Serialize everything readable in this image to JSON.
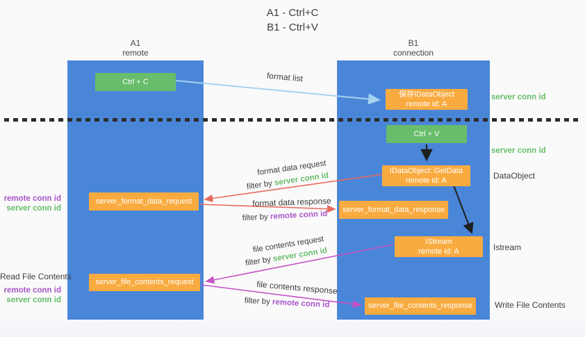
{
  "title": {
    "line1": "A1 - Ctrl+C",
    "line2": "B1 - Ctrl+V"
  },
  "columns": {
    "left": {
      "id": "A1",
      "role": "remote"
    },
    "right": {
      "id": "B1",
      "role": "connection"
    }
  },
  "nodes": {
    "ctrl_c": "Ctrl + C",
    "ctrl_v": "Ctrl + V",
    "save_dataobject": {
      "line1": "保存IDataObject",
      "line2": "remote id: A"
    },
    "getdata": {
      "line1": "IDataObject::GetData",
      "line2": "remote id: A"
    },
    "istream": {
      "line1": "IStream",
      "line2": "remote id: A"
    },
    "server_format_data_request": "server_format_data_request",
    "server_format_data_response": "server_format_data_response",
    "server_file_contents_request": "server_file_contents_request",
    "server_file_contents_response": "server_file_contents_response"
  },
  "labels": {
    "format_list": "format list",
    "server_conn_id": "server conn id",
    "remote_conn_id": "remote conn id",
    "filter_by": "filter by",
    "dataobject": "DataObject",
    "istream_side": "Istream",
    "read_file_contents": "Read File Contents",
    "write_file_contents": "Write File Contents",
    "format_data_request": "format data request",
    "format_data_response": "format data response",
    "file_contents_request": "file contents request",
    "file_contents_response": "file contents response"
  },
  "colors": {
    "column_blue": "#4a86d8",
    "box_green": "#68bd6b",
    "box_orange": "#f9ab40",
    "text_green": "#67bd6a",
    "text_purple": "#a855c8",
    "arrow_red": "#e8695e",
    "arrow_magenta": "#c653c6",
    "arrow_light_blue": "#a6d3ef",
    "arrow_black": "#1f1f1f"
  }
}
